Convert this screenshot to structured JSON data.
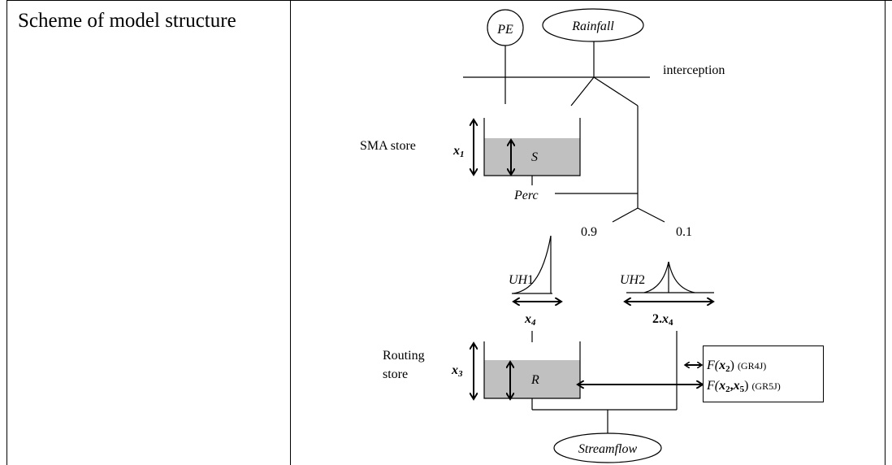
{
  "table": {
    "label": "Scheme of model structure"
  },
  "diagram": {
    "pe": "PE",
    "rainfall": "Rainfall",
    "interception": "interception",
    "sma_store": "SMA store",
    "x1": "x",
    "x1_sub": "1",
    "s": "S",
    "perc": "Perc",
    "split_left": "0.9",
    "split_right": "0.1",
    "uh1_a": "UH",
    "uh1_b": "1",
    "uh2_a": "UH",
    "uh2_b": "2",
    "x4": "x",
    "x4_sub": "4",
    "two_x4_a": "2.",
    "two_x4_b": "x",
    "two_x4_sub": "4",
    "routing_store_1": "Routing",
    "routing_store_2": "store",
    "x3": "x",
    "x3_sub": "3",
    "r": "R",
    "exchange_1_a": "F(",
    "exchange_1_b": "x",
    "exchange_1_sub": "2",
    "exchange_1_c": ")",
    "exchange_1_model": "(GR4J)",
    "exchange_2_a": "F(",
    "exchange_2_b": "x",
    "exchange_2_sub": "2",
    "exchange_2_c": ",",
    "exchange_2_d": "x",
    "exchange_2_sub2": "5",
    "exchange_2_e": ")",
    "exchange_2_model": "(GR5J)",
    "streamflow": "Streamflow"
  }
}
